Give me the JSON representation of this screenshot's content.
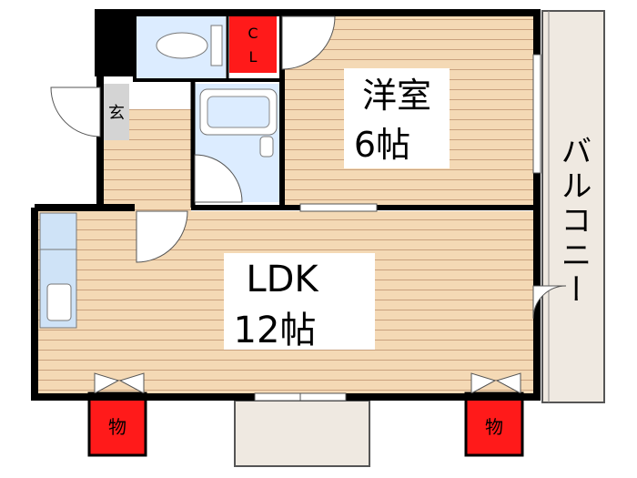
{
  "rooms": {
    "western_room": {
      "name": "洋室",
      "size": "6帖"
    },
    "ldk": {
      "name": "LDK",
      "size": "12帖"
    },
    "closet": {
      "line1": "C",
      "line2": "L"
    },
    "entrance": "玄",
    "balcony": "バルコニー",
    "storage_left": "物",
    "storage_right": "物"
  },
  "colors": {
    "floor_wood": "#f4d9b5",
    "floor_lines": "#c9a17e",
    "wall": "#000000",
    "wet_area": "#dcecff",
    "balcony": "#efe9e1",
    "storage": "#ff1a1a",
    "entrance_tile": "#d4d4d4",
    "label_bg": "#ffffff"
  }
}
